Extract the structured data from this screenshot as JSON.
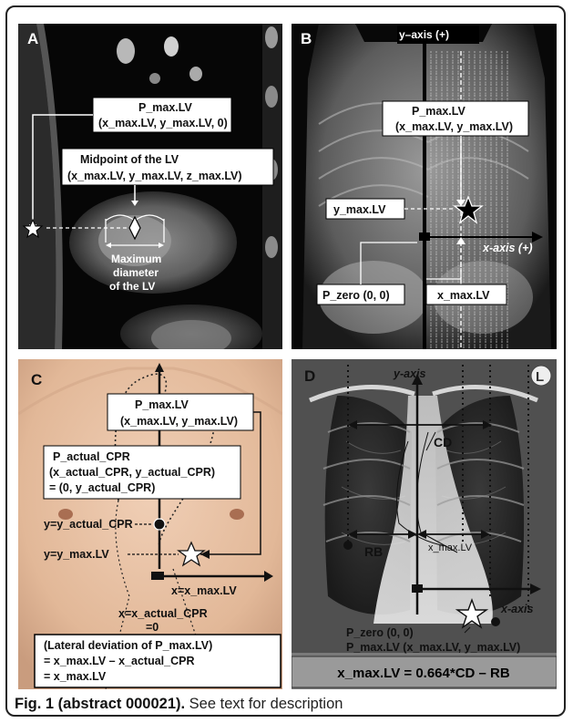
{
  "figure": {
    "caption_bold": "Fig. 1 (abstract 000021).",
    "caption_text": " See text for description"
  },
  "panel_a": {
    "letter": "A",
    "pmax_title": "P_max.LV",
    "pmax_coords": "(x_max.LV, y_max.LV, 0)",
    "midpoint_title": "Midpoint of the LV",
    "midpoint_coords": "(x_max.LV, y_max.LV, z_max.LV)",
    "diam_line1": "Maximum",
    "diam_line2": "diameter",
    "diam_line3": "of the LV"
  },
  "panel_b": {
    "letter": "B",
    "y_axis": "y–axis (+)",
    "x_axis": "x-axis (+)",
    "pmax_title": "P_max.LV",
    "pmax_coords": "(x_max.LV, y_max.LV)",
    "ymax": "y_max.LV",
    "pzero": "P_zero (0, 0)",
    "xmax": "x_max.LV"
  },
  "panel_c": {
    "letter": "C",
    "pmax_title": "P_max.LV",
    "pmax_coords": "(x_max.LV, y_max.LV)",
    "pactual_title": "P_actual_CPR",
    "pactual_coords": "(x_actual_CPR, y_actual_CPR)",
    "pactual_eq": "= (0, y_actual_CPR)",
    "y_actual": "y=y_actual_CPR",
    "y_max": "y=y_max.LV",
    "x_max": "x=x_max.LV",
    "x_actual_1": "x=x_actual_CPR",
    "x_actual_2": "=0",
    "lat_1": "(Lateral deviation of P_max.LV)",
    "lat_2": "= x_max.LV – x_actual_CPR",
    "lat_3": "= x_max.LV"
  },
  "panel_d": {
    "letter": "D",
    "side_marker": "L",
    "y_axis": "y-axis",
    "x_axis": "x-axis",
    "cd": "CD",
    "rb": "RB",
    "xmax": "x_max.LV",
    "pzero": "P_zero (0, 0)",
    "pmax": "P_max.LV (x_max.LV, y_max.LV)",
    "formula": "x_max.LV = 0.664*CD – RB"
  }
}
